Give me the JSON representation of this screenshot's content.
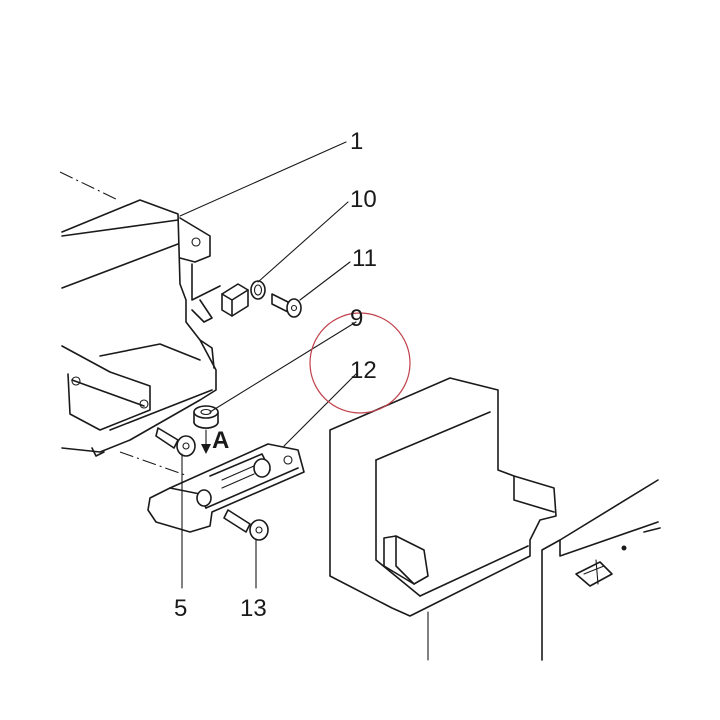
{
  "callouts": {
    "c1": "1",
    "c10": "10",
    "c11": "11",
    "c9": "9",
    "c12": "12",
    "c5": "5",
    "c13": "13"
  },
  "view_marker": "A",
  "highlight_color": "#c0404a",
  "line_color": "#1a1a1a"
}
